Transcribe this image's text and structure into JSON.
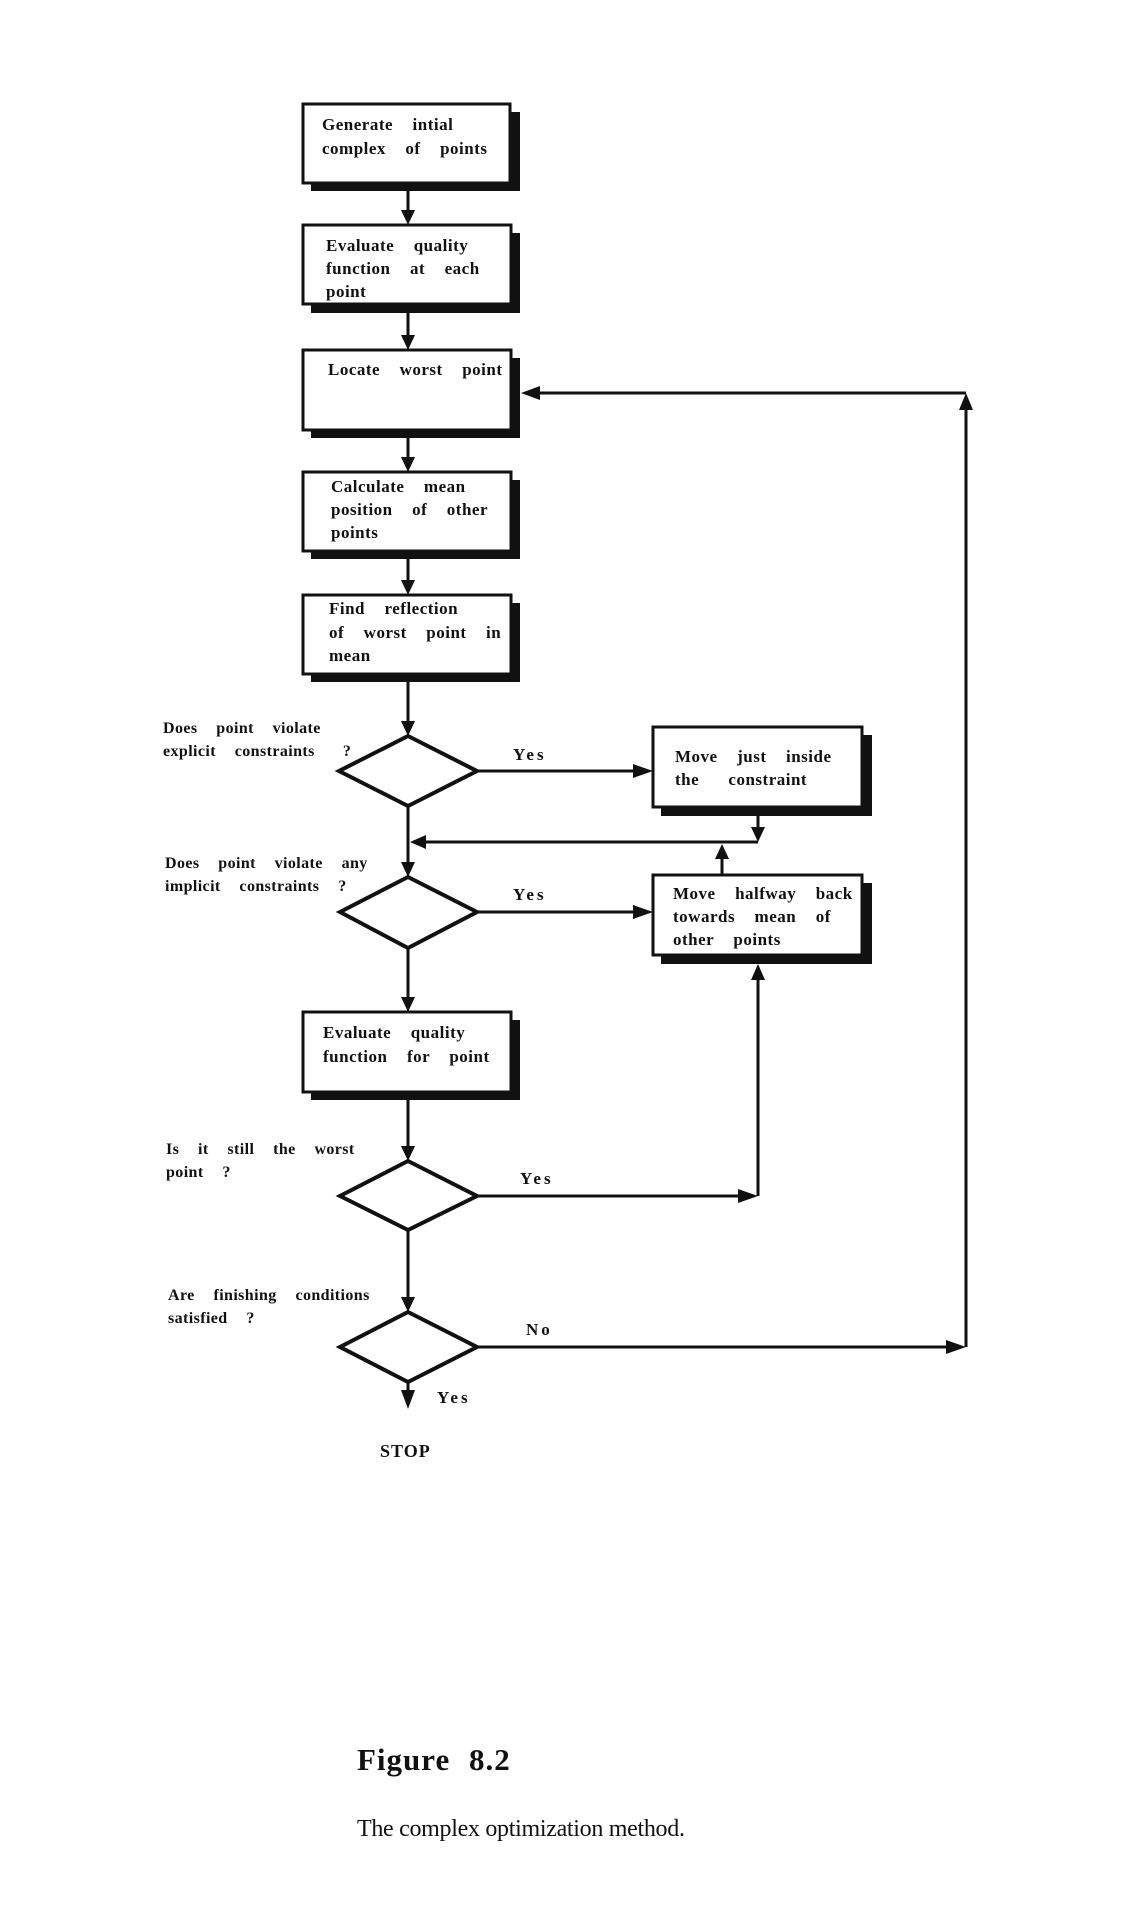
{
  "figure": {
    "title": "Figure 8.2",
    "caption": "The complex optimization method."
  },
  "nodes": [
    {
      "id": "generate",
      "type": "process",
      "lines": [
        "Generate  intial",
        "complex  of  points"
      ]
    },
    {
      "id": "evaluate-all",
      "type": "process",
      "lines": [
        "Evaluate  quality",
        "function  at  each",
        "point"
      ]
    },
    {
      "id": "locate-worst",
      "type": "process",
      "lines": [
        "Locate  worst  point"
      ]
    },
    {
      "id": "calc-mean",
      "type": "process",
      "lines": [
        "Calculate  mean",
        "position  of  other",
        "points"
      ]
    },
    {
      "id": "reflect",
      "type": "process",
      "lines": [
        "Find  reflection",
        "of  worst  point  in",
        "mean"
      ]
    },
    {
      "id": "q-explicit",
      "type": "decision",
      "lines": [
        "Does  point  violate",
        "explicit  constraints   ?"
      ]
    },
    {
      "id": "move-inside",
      "type": "process",
      "lines": [
        "Move  just  inside",
        "the   constraint"
      ]
    },
    {
      "id": "q-implicit",
      "type": "decision",
      "lines": [
        "Does  point  violate  any",
        "implicit  constraints  ?"
      ]
    },
    {
      "id": "move-halfway",
      "type": "process",
      "lines": [
        "Move  halfway  back",
        "towards  mean  of",
        "other  points"
      ]
    },
    {
      "id": "evaluate-point",
      "type": "process",
      "lines": [
        "Evaluate  quality",
        "function  for  point"
      ]
    },
    {
      "id": "q-worst",
      "type": "decision",
      "lines": [
        "Is  it  still  the  worst",
        "point  ?"
      ]
    },
    {
      "id": "q-finish",
      "type": "decision",
      "lines": [
        "Are  finishing  conditions",
        "satisfied  ?"
      ]
    },
    {
      "id": "stop",
      "type": "terminal",
      "lines": [
        "STOP"
      ]
    }
  ],
  "edges": [
    {
      "from": "generate",
      "to": "evaluate-all",
      "label": ""
    },
    {
      "from": "evaluate-all",
      "to": "locate-worst",
      "label": ""
    },
    {
      "from": "locate-worst",
      "to": "calc-mean",
      "label": ""
    },
    {
      "from": "calc-mean",
      "to": "reflect",
      "label": ""
    },
    {
      "from": "reflect",
      "to": "q-explicit",
      "label": ""
    },
    {
      "from": "q-explicit",
      "to": "move-inside",
      "label": "Yes"
    },
    {
      "from": "move-inside",
      "to": "q-implicit",
      "label": ""
    },
    {
      "from": "q-explicit",
      "to": "q-implicit",
      "label": ""
    },
    {
      "from": "q-implicit",
      "to": "move-halfway",
      "label": "Yes"
    },
    {
      "from": "move-halfway",
      "to": "q-implicit",
      "label": ""
    },
    {
      "from": "q-implicit",
      "to": "evaluate-point",
      "label": ""
    },
    {
      "from": "evaluate-point",
      "to": "q-worst",
      "label": ""
    },
    {
      "from": "q-worst",
      "to": "move-halfway",
      "label": "Yes"
    },
    {
      "from": "q-worst",
      "to": "q-finish",
      "label": ""
    },
    {
      "from": "q-finish",
      "to": "locate-worst",
      "label": "No"
    },
    {
      "from": "q-finish",
      "to": "stop",
      "label": "Yes"
    }
  ]
}
